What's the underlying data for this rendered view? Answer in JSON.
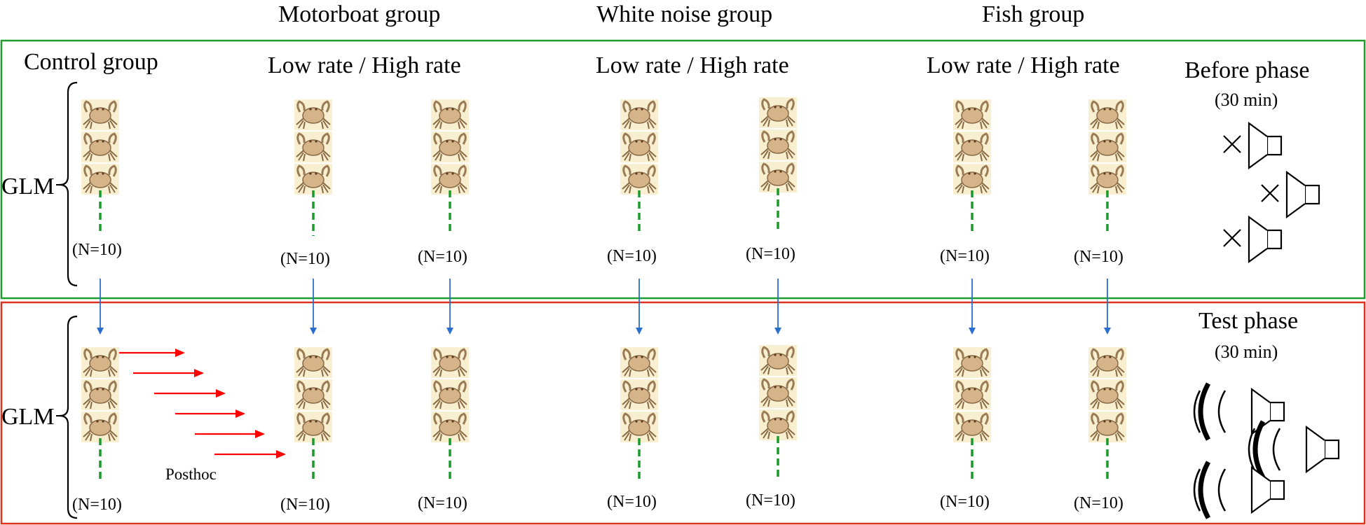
{
  "groups": {
    "motorboat": "Motorboat group",
    "white_noise": "White noise group",
    "fish": "Fish group",
    "control": "Control group"
  },
  "rate_label": "Low rate / High rate",
  "analysis": {
    "glm": "GLM",
    "posthoc": "Posthoc"
  },
  "sample_size": "(N=10)",
  "phases": {
    "before": {
      "name": "Before phase",
      "duration": "(30 min)"
    },
    "test": {
      "name": "Test phase",
      "duration": "(30 min)"
    }
  },
  "colors": {
    "before_box": "#1e9c2e",
    "test_box": "#e0301e",
    "dashed_line": "#1a9a2a",
    "blue_arrow": "#2a6fd0",
    "red_arrow": "#ff0000",
    "crab_bg": "#f7efcf"
  },
  "icons": {
    "crab": "crab-icon",
    "muted_speaker": "muted-speaker-icon",
    "sounding_speaker": "sounding-speaker-icon"
  }
}
